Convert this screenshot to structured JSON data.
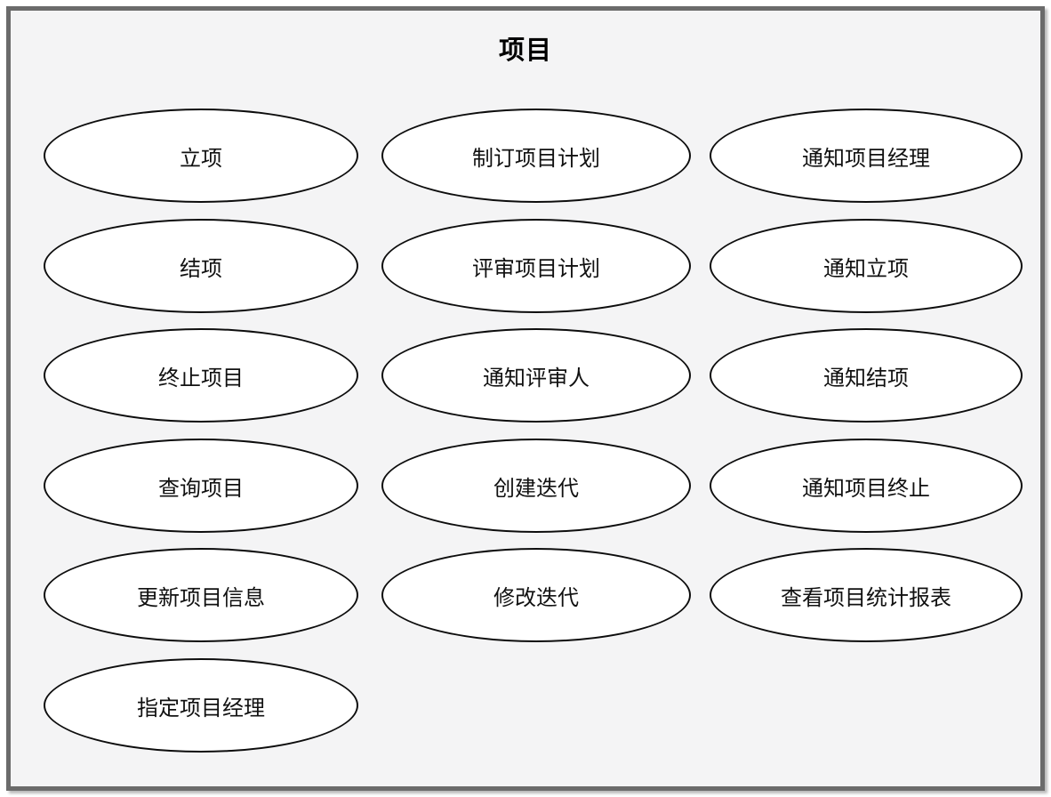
{
  "diagram": {
    "type": "uml-use-case-diagram",
    "title": "项目",
    "colors": {
      "frame_border": "#6b6b6b",
      "frame_background": "#f4f4f5",
      "ellipse_fill": "#ffffff",
      "ellipse_stroke": "#0d0d0d",
      "text": "#111111"
    },
    "use_cases": [
      {
        "id": "li-xiang",
        "label": "立项",
        "column": 0,
        "row": 0
      },
      {
        "id": "zhiding-jihua",
        "label": "制订项目计划",
        "column": 1,
        "row": 0
      },
      {
        "id": "tongzhi-jingli",
        "label": "通知项目经理",
        "column": 2,
        "row": 0
      },
      {
        "id": "jie-xiang",
        "label": "结项",
        "column": 0,
        "row": 1
      },
      {
        "id": "pingshen-jihua",
        "label": "评审项目计划",
        "column": 1,
        "row": 1
      },
      {
        "id": "tongzhi-lixiang",
        "label": "通知立项",
        "column": 2,
        "row": 1
      },
      {
        "id": "zhongzhi-xiangmu",
        "label": "终止项目",
        "column": 0,
        "row": 2
      },
      {
        "id": "tongzhi-pingshenren",
        "label": "通知评审人",
        "column": 1,
        "row": 2
      },
      {
        "id": "tongzhi-jiexiang",
        "label": "通知结项",
        "column": 2,
        "row": 2
      },
      {
        "id": "chaxun-xiangmu",
        "label": "查询项目",
        "column": 0,
        "row": 3
      },
      {
        "id": "chuangjian-diedai",
        "label": "创建迭代",
        "column": 1,
        "row": 3
      },
      {
        "id": "tongzhi-zhongzhi",
        "label": "通知项目终止",
        "column": 2,
        "row": 3
      },
      {
        "id": "gengxin-xinxi",
        "label": "更新项目信息",
        "column": 0,
        "row": 4
      },
      {
        "id": "xiugai-diedai",
        "label": "修改迭代",
        "column": 1,
        "row": 4
      },
      {
        "id": "chakan-baobiao",
        "label": "查看项目统计报表",
        "column": 2,
        "row": 4
      },
      {
        "id": "zhiding-jingli",
        "label": "指定项目经理",
        "column": 0,
        "row": 5
      }
    ]
  }
}
